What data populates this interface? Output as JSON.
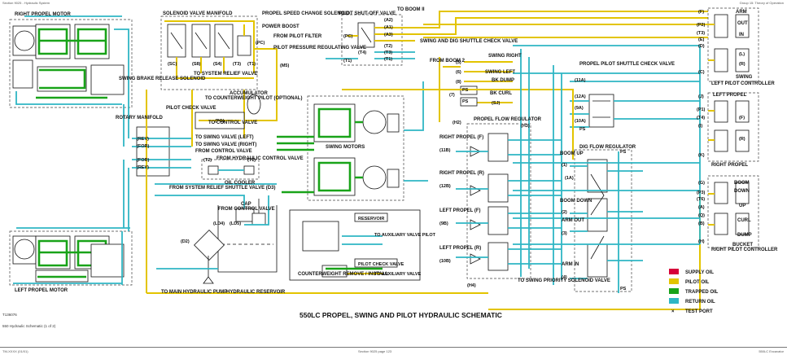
{
  "header": {
    "left": "Section 9025 - Hydraulic System",
    "right": "Group 15: Theory of Operation"
  },
  "footer": {
    "left": "TM-XXXX (01/01)",
    "center": "Section 9025 page 123",
    "right": "550LC Excavator"
  },
  "figure_id": "T136076",
  "figure_caption": "550 Hydraulic Schematic (1 of 2)",
  "title": "550LC PROPEL, SWING AND PILOT HYDRAULIC SCHEMATIC",
  "labels": {
    "right_propel_motor": "RIGHT PROPEL MOTOR",
    "left_propel_motor": "LEFT PROPEL MOTOR",
    "solenoid_valve_manifold": "SOLENOID VALVE MANIFOLD",
    "propel_speed_change_solenoid": "PROPEL SPEED CHANGE SOLENOID",
    "power_boost": "POWER BOOST",
    "from_pilot_filter": "FROM PILOT FILTER",
    "pilot_pressure_regulating_valve": "PILOT PRESSURE REGULATING VALVE",
    "pilot_shutoff_valve": "PILOT SHUT-OFF VALVE",
    "to_boom_ii": "TO BOOM II",
    "from_boom_2": "FROM BOOM 2",
    "swing_dig_shuttle": "SWING AND DIG SHUTTLE CHECK VALVE",
    "swing_brake_release_solenoid": "SWING BRAKE RELEASE SOLENOID",
    "to_system_relief_valve": "TO SYSTEM RELIEF VALVE",
    "accumulator": "ACCUMULATOR",
    "to_counterweight_pilot": "TO COUNTERWEIGHT PILOT (OPTIONAL)",
    "pilot_check_valve": "PILOT CHECK VALVE",
    "to_control_valve": "TO CONTROL VALVE",
    "rotary_manifold": "ROTARY MANIFOLD",
    "to_swing_valve_left": "TO SWING VALVE (LEFT)",
    "to_swing_valve_right": "TO SWING VALVE (RIGHT)",
    "from_control_valve": "FROM CONTROL VALVE",
    "from_hydraulic_control_valve": "FROM HYDRAULIC CONTROL VALVE",
    "oil_cooler": "OIL COOLER",
    "swing_motors": "SWING MOTORS",
    "from_system_relief_shuttle": "FROM SYSTEM RELIEF SHUTTLE VALVE (D3)",
    "cap": "CAP",
    "from_control_valve_2": "FROM CONTROL VALVE",
    "to_main_hydraulic_pump": "TO MAIN HYDRAULIC PUMP",
    "hydraulic_reservoir": "HYDRAULIC RESERVOIR",
    "reservoir": "RESERVOIR",
    "to_auxiliary_valve_pilot": "TO AUXILIARY VALVE PILOT",
    "pilot_check_valve_2": "PILOT CHECK VALVE",
    "to_auxiliary_valve": "TO AUXILIARY VALVE",
    "counterweight_remove_install": "COUNTERWEIGHT REMOVE / INSTALL",
    "swing_right": "SWING RIGHT",
    "swing_left": "SWING LEFT",
    "bk_dump": "BK DUMP",
    "bk_curl": "BK CURL",
    "propel_pilot_shuttle": "PROPEL PILOT SHUTTLE CHECK VALVE",
    "propel_flow_regulator": "PROPEL FLOW REGULATOR",
    "dig_flow_regulator": "DIG FLOW REGULATOR",
    "right_propel_f": "RIGHT PROPEL (F)",
    "right_propel_r": "RIGHT PROPEL (R)",
    "left_propel_f": "LEFT PROPEL (F)",
    "left_propel_r": "LEFT PROPEL (R)",
    "boom_up": "BOOM UP",
    "boom_down": "BOOM DOWN",
    "arm_out": "ARM OUT",
    "arm_in": "ARM IN",
    "to_swing_priority": "TO SWING PRIORITY SOLENOID VALVE",
    "left_pilot_controller": "LEFT PILOT CONTROLLER",
    "left_propel": "LEFT PROPEL",
    "right_propel": "RIGHT PROPEL",
    "right_pilot_controller": "RIGHT PILOT CONTROLLER",
    "arm": "ARM",
    "out": "OUT",
    "in": "IN",
    "swing": "SWING",
    "boom": "BOOM",
    "down": "DOWN",
    "up": "UP",
    "curl": "CURL",
    "dump": "DUMP",
    "bucket": "BUCKET"
  },
  "ports": {
    "sc": "(SC)",
    "s8": "(S8)",
    "s4": "(S4)",
    "t3": "(T3)",
    "t1": "(T1)",
    "pc": "(PC)",
    "pc2": "(PC)",
    "t1b": "(T1)",
    "t4": "(T4)",
    "t2": "(T2)",
    "t3b": "(T3)",
    "t1c": "(T1)",
    "a2": "(A2)",
    "a1": "(A1)",
    "a3": "(A3)",
    "m5": "(M5)",
    "pg": "(PG)",
    "rev1": "(REV)",
    "for1": "(FOR)",
    "for2": "(FOR)",
    "rev2": "(REV)",
    "t2c": "(T2)",
    "t1d": "(T1)",
    "d2": "(D2)",
    "ld4": "(LD4)",
    "ld5": "(LD5)",
    "h2": "(H2)",
    "h4": "(H4)",
    "h3": "(H3)",
    "s5": "(5)",
    "s6": "(6)",
    "s8b": "(8)",
    "s7": "(7)",
    "ps1": "PS",
    "ps2": "PS",
    "sj": "(SJ)",
    "p11a": "(11A)",
    "p12a": "(12A)",
    "p9a": "(9A)",
    "p10a": "(10A)",
    "ps3": "PS",
    "rp11b": "(11B)",
    "rp12b": "(12B)",
    "lp9b": "(9B)",
    "lp10b": "(10B)",
    "b1": "(1)",
    "b1a": "(1A)",
    "b2": "(2)",
    "b3": "(3)",
    "b4": "(4)",
    "ps4": "PS",
    "ps5": "PS",
    "f1": "(F)",
    "p2": "(P2)",
    "t3p": "(T3)",
    "e": "(E)",
    "d": "(D)",
    "l": "(L)",
    "r1": "(R)",
    "c": "(C)",
    "j": "(J)",
    "p1": "(P1)",
    "t4p": "(T4)",
    "i": "(I)",
    "f2": "(F)",
    "r2": "(R)",
    "k": "(K)",
    "g": "(G)",
    "p3": "(P3)",
    "t6": "(T6)",
    "a": "(A)",
    "q": "(Q)",
    "b": "(B)",
    "h": "(H)"
  },
  "legend": [
    {
      "label": "SUPPLY OIL",
      "color": "#d6003a"
    },
    {
      "label": "PILOT OIL",
      "color": "#e3c400"
    },
    {
      "label": "TRAPPED OIL",
      "color": "#19a319"
    },
    {
      "label": "RETURN OIL",
      "color": "#2fb6c4"
    },
    {
      "label": "TEST PORT",
      "symbol": "×"
    }
  ]
}
